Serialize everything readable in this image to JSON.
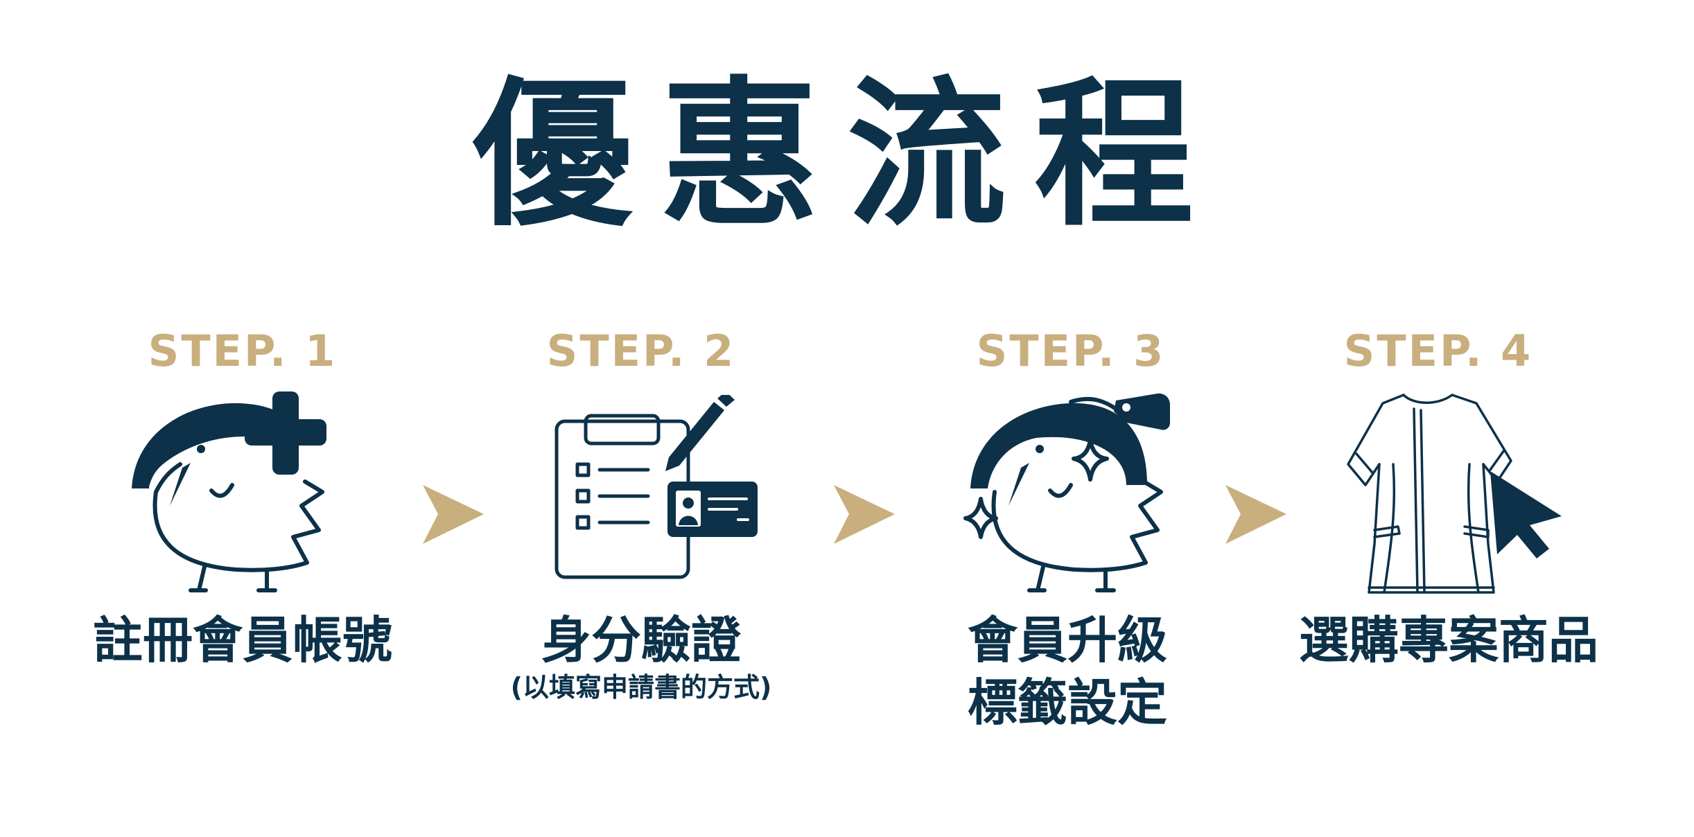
{
  "colors": {
    "navy": "#0c3149",
    "gold": "#c9ae7e"
  },
  "title": "優惠流程",
  "steps": [
    {
      "label": "STEP. 1",
      "caption": "註冊會員帳號",
      "icon": "bird-plus-icon"
    },
    {
      "label": "STEP. 2",
      "caption": "身分驗證",
      "subcaption": "(以填寫申請書的方式)",
      "icon": "clipboard-id-card-icon"
    },
    {
      "label": "STEP. 3",
      "caption_lines": [
        "會員升級",
        "標籤設定"
      ],
      "icon": "bird-tag-icon"
    },
    {
      "label": "STEP. 4",
      "caption": "選購專案商品",
      "icon": "uniform-cursor-icon"
    }
  ],
  "arrow_icon": "chevron-right-icon"
}
